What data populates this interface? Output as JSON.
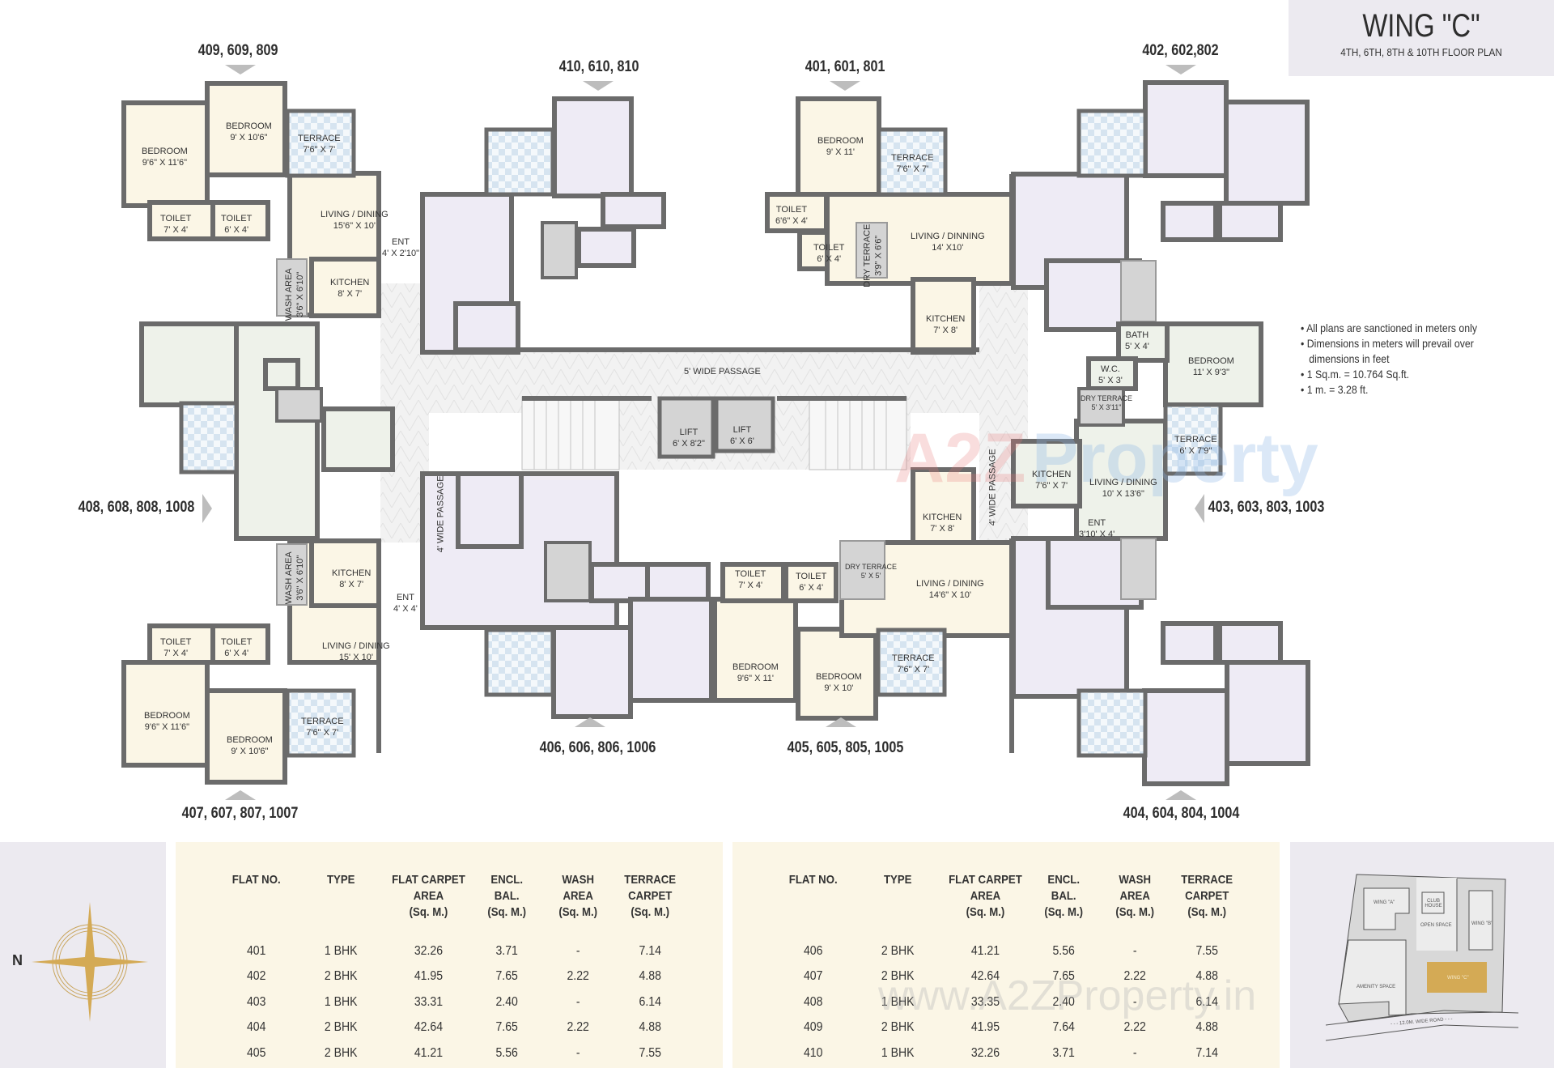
{
  "header": {
    "title": "WING \"C\"",
    "subtitle": "4TH, 6TH, 8TH & 10TH FLOOR PLAN"
  },
  "flat_labels": {
    "top_left": "409, 609, 809",
    "top_center_left": "410, 610, 810",
    "top_center_right": "401, 601, 801",
    "top_right": "402, 602,802",
    "left": "408, 608, 808, 1008",
    "right": "403, 603, 803, 1003",
    "bottom_left": "407, 607, 807, 1007",
    "bottom_center_left": "406, 606, 806, 1006",
    "bottom_center_right": "405, 605, 805, 1005",
    "bottom_right": "404, 604, 804, 1004"
  },
  "rooms": {
    "f409": {
      "bedroom1": {
        "name": "BEDROOM",
        "dim": "9'6\" X 11'6\""
      },
      "bedroom2": {
        "name": "BEDROOM",
        "dim": "9' X 10'6\""
      },
      "terrace": {
        "name": "TERRACE",
        "dim": "7'6\" X 7'"
      },
      "toilet1": {
        "name": "TOILET",
        "dim": "7' X 4'"
      },
      "toilet2": {
        "name": "TOILET",
        "dim": "6' X 4'"
      },
      "living": {
        "name": "LIVING / DINING",
        "dim": "15'6\" X 10'"
      },
      "ent": {
        "name": "ENT",
        "dim": "4' X 2'10\""
      },
      "kitchen": {
        "name": "KITCHEN",
        "dim": "8' X 7'"
      },
      "wash": {
        "name": "WASH AREA",
        "dim": "3'6\" X 6'10\""
      }
    },
    "f401": {
      "bedroom": {
        "name": "BEDROOM",
        "dim": "9' X 11'"
      },
      "terrace": {
        "name": "TERRACE",
        "dim": "7'6\" X 7'"
      },
      "toilet1": {
        "name": "TOILET",
        "dim": "6'6\" X 4'"
      },
      "toilet2": {
        "name": "TOILET",
        "dim": "6' X 4'"
      },
      "dry_terrace": {
        "name": "DRY TERRACE",
        "dim": "3'9\" X 6'6\""
      },
      "living": {
        "name": "LIVING / DINNING",
        "dim": "14' X10'"
      },
      "kitchen": {
        "name": "KITCHEN",
        "dim": "7' X 8'"
      }
    },
    "f403": {
      "bath": {
        "name": "BATH",
        "dim": "5' X 4'"
      },
      "wc": {
        "name": "W.C.",
        "dim": "5' X 3'"
      },
      "bedroom": {
        "name": "BEDROOM",
        "dim": "11' X 9'3\""
      },
      "dry_terrace": {
        "name": "DRY TERRACE",
        "dim": "5' X 3'11\""
      },
      "terrace": {
        "name": "TERRACE",
        "dim": "6' X 7'9\""
      },
      "kitchen": {
        "name": "KITCHEN",
        "dim": "7'6\" X 7'"
      },
      "living": {
        "name": "LIVING / DINING",
        "dim": "10' X 13'6\""
      },
      "ent": {
        "name": "ENT",
        "dim": "3'10' X 4'"
      }
    },
    "f407": {
      "wash": {
        "name": "WASH AREA",
        "dim": "3'6\" X 6'10\""
      },
      "kitchen": {
        "name": "KITCHEN",
        "dim": "8' X 7'"
      },
      "ent": {
        "name": "ENT",
        "dim": "4' X 4'"
      },
      "toilet1": {
        "name": "TOILET",
        "dim": "7' X 4'"
      },
      "toilet2": {
        "name": "TOILET",
        "dim": "6' X 4'"
      },
      "living": {
        "name": "LIVING / DINING",
        "dim": "15' X 10'"
      },
      "bedroom1": {
        "name": "BEDROOM",
        "dim": "9'6\" X 11'6\""
      },
      "bedroom2": {
        "name": "BEDROOM",
        "dim": "9' X 10'6\""
      },
      "terrace": {
        "name": "TERRACE",
        "dim": "7'6\" X 7'"
      }
    },
    "f405": {
      "toilet1": {
        "name": "TOILET",
        "dim": "7' X 4'"
      },
      "toilet2": {
        "name": "TOILET",
        "dim": "6' X 4'"
      },
      "dry_terrace": {
        "name": "DRY TERRACE",
        "dim": "5' X 5'"
      },
      "living": {
        "name": "LIVING / DINING",
        "dim": "14'6\" X 10'"
      },
      "bedroom1": {
        "name": "BEDROOM",
        "dim": "9'6\" X 11'"
      },
      "bedroom2": {
        "name": "BEDROOM",
        "dim": "9' X 10'"
      },
      "terrace": {
        "name": "TERRACE",
        "dim": "7'6\" X 7'"
      },
      "kitchen": {
        "name": "KITCHEN",
        "dim": "7' X 8'"
      }
    },
    "core": {
      "passage_h": "5' WIDE PASSAGE",
      "passage_left": "4' WIDE PASSAGE",
      "passage_right": "4' WIDE PASSAGE",
      "lift1": {
        "name": "LIFT",
        "dim": "6' X 8'2\""
      },
      "lift2": {
        "name": "LIFT",
        "dim": "6' X 6'"
      }
    }
  },
  "notes": [
    "All plans are sanctioned in meters only",
    "Dimensions in meters will prevail over",
    "dimensions in feet",
    "1 Sq.m. = 10.764 Sq.ft.",
    "1 m. = 3.28 ft."
  ],
  "compass": {
    "north_label": "N",
    "color": "#d4aa55"
  },
  "area_table": {
    "headers": [
      [
        "FLAT NO."
      ],
      [
        "TYPE"
      ],
      [
        "FLAT CARPET",
        "AREA",
        "(Sq. M.)"
      ],
      [
        "ENCL.",
        "BAL.",
        "(Sq. M.)"
      ],
      [
        "WASH",
        "AREA",
        "(Sq. M.)"
      ],
      [
        "TERRACE",
        "CARPET",
        "(Sq. M.)"
      ]
    ],
    "left_rows": [
      [
        "401",
        "1 BHK",
        "32.26",
        "3.71",
        "-",
        "7.14"
      ],
      [
        "402",
        "2 BHK",
        "41.95",
        "7.65",
        "2.22",
        "4.88"
      ],
      [
        "403",
        "1 BHK",
        "33.31",
        "2.40",
        "-",
        "6.14"
      ],
      [
        "404",
        "2 BHK",
        "42.64",
        "7.65",
        "2.22",
        "4.88"
      ],
      [
        "405",
        "2 BHK",
        "41.21",
        "5.56",
        "-",
        "7.55"
      ]
    ],
    "right_rows": [
      [
        "406",
        "2 BHK",
        "41.21",
        "5.56",
        "-",
        "7.55"
      ],
      [
        "407",
        "2 BHK",
        "42.64",
        "7.65",
        "2.22",
        "4.88"
      ],
      [
        "408",
        "1 BHK",
        "33.35",
        "2.40",
        "-",
        "6.14"
      ],
      [
        "409",
        "2 BHK",
        "41.95",
        "7.64",
        "2.22",
        "4.88"
      ],
      [
        "410",
        "1 BHK",
        "32.26",
        "3.71",
        "-",
        "7.14"
      ]
    ]
  },
  "site_plan": {
    "wing_a": "WING \"A\"",
    "club_house": "CLUB HOUSE",
    "open_space": "OPEN SPACE",
    "wing_b": "WING \"B\"",
    "wing_c": "WING \"C\"",
    "amenity": "AMENITY SPACE",
    "road": "- - - 12.0M. WIDE ROAD - - -"
  },
  "watermarks": {
    "plan": "A2Z Property",
    "table": "www.A2ZProperty.in"
  },
  "colors": {
    "wall": "#6b6b6b",
    "one_bhk_fill": "#fbf6e6",
    "two_bhk_fill": "#eeebf5",
    "alt_fill": "#eef2ea",
    "terrace_fill": "#dce8f2",
    "utility_fill": "#d4d4d4",
    "passage_fill": "#efefef",
    "table_bg": "#fbf6e6",
    "panel_bg": "#eceaf0",
    "accent_gold": "#d4aa55"
  }
}
